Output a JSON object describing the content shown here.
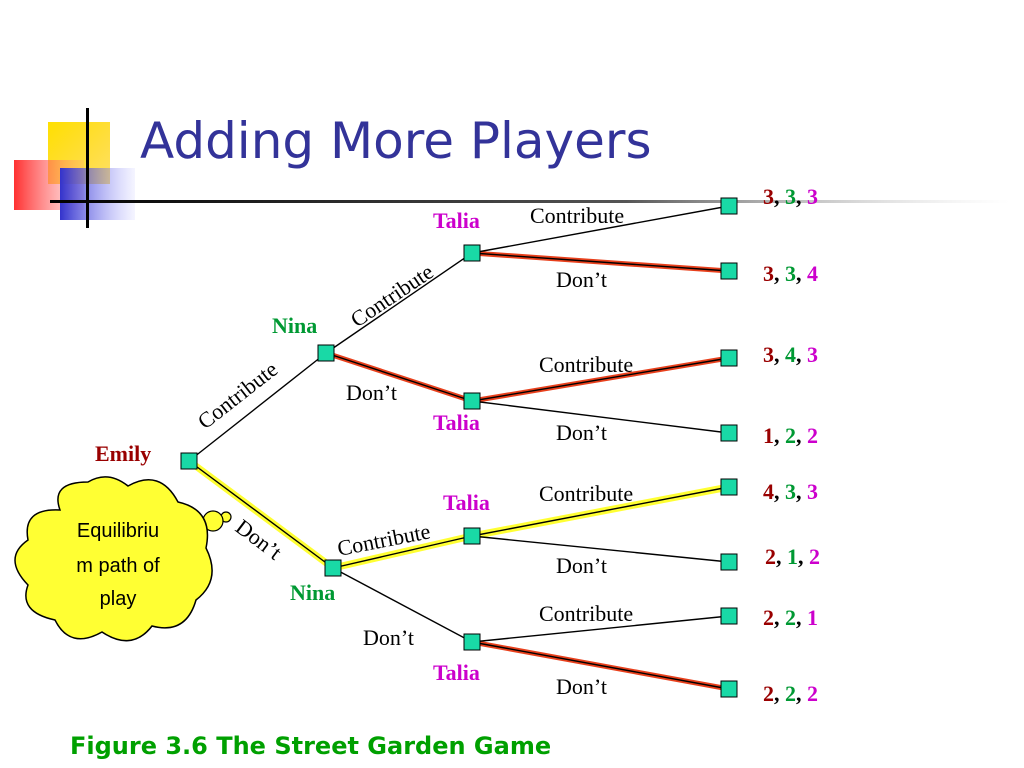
{
  "title": "Adding More Players",
  "caption": "Figure 3.6 The Street Garden Game",
  "colors": {
    "title": "#333399",
    "caption": "#00a000",
    "emily": "#990000",
    "nina": "#009933",
    "talia": "#cc00cc",
    "best_response": "#e8401c",
    "equilibrium": "#ffff33",
    "node": "#19d9a6"
  },
  "players": {
    "emily": "Emily",
    "nina_top": "Nina",
    "nina_bottom": "Nina",
    "talia_1": "Talia",
    "talia_2": "Talia",
    "talia_3": "Talia",
    "talia_4": "Talia"
  },
  "actions": {
    "emily_contribute": "Contribute",
    "emily_dont": "Don’t",
    "nina_top_contribute": "Contribute",
    "nina_top_dont": "Don’t",
    "nina_bottom_contribute": "Contribute",
    "nina_bottom_dont": "Don’t",
    "talia_1_contribute": "Contribute",
    "talia_1_dont": "Don’t",
    "talia_2_contribute": "Contribute",
    "talia_2_dont": "Don’t",
    "talia_3_contribute": "Contribute",
    "talia_3_dont": "Don’t",
    "talia_4_contribute": "Contribute",
    "talia_4_dont": "Don’t"
  },
  "payoffs": [
    {
      "emily": "3",
      "nina": "3",
      "talia": "3"
    },
    {
      "emily": "3",
      "nina": "3",
      "talia": "4"
    },
    {
      "emily": "3",
      "nina": "4",
      "talia": "3"
    },
    {
      "emily": "1",
      "nina": "2",
      "talia": "2"
    },
    {
      "emily": "4",
      "nina": "3",
      "talia": "3"
    },
    {
      "emily": "2",
      "nina": "1",
      "talia": "2"
    },
    {
      "emily": "2",
      "nina": "2",
      "talia": "1"
    },
    {
      "emily": "2",
      "nina": "2",
      "talia": "2"
    }
  ],
  "separator": ", ",
  "callout": {
    "line1": "Equilibriu",
    "line2": "m path of",
    "line3": "play"
  }
}
